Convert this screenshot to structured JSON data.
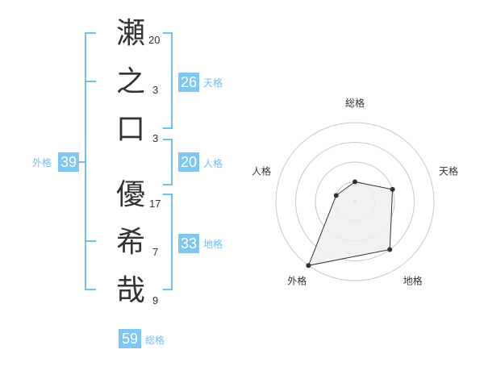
{
  "name": {
    "characters": [
      {
        "char": "瀬",
        "strokes": "20"
      },
      {
        "char": "之",
        "strokes": "3"
      },
      {
        "char": "口",
        "strokes": "3"
      },
      {
        "char": "優",
        "strokes": "17"
      },
      {
        "char": "希",
        "strokes": "7"
      },
      {
        "char": "哉",
        "strokes": "9"
      }
    ]
  },
  "fortune": {
    "tenkaku": {
      "value": "26",
      "label": "天格"
    },
    "jinkaku": {
      "value": "20",
      "label": "人格"
    },
    "chikaku": {
      "value": "33",
      "label": "地格"
    },
    "gaikaku": {
      "value": "39",
      "label": "外格"
    },
    "soukaku": {
      "value": "59",
      "label": "総格"
    }
  },
  "radar": {
    "axes": [
      "総格",
      "天格",
      "地格",
      "外格",
      "人格"
    ],
    "levels": 4,
    "scores": [
      0.25,
      0.5,
      0.75,
      1.0,
      0.25
    ],
    "colors": {
      "grid": "#c8c8c8",
      "fill": "#efefef",
      "stroke": "#333333",
      "center": "#aaaaaa"
    }
  },
  "colors": {
    "accent": "#7fc6f0",
    "text": "#333333"
  }
}
